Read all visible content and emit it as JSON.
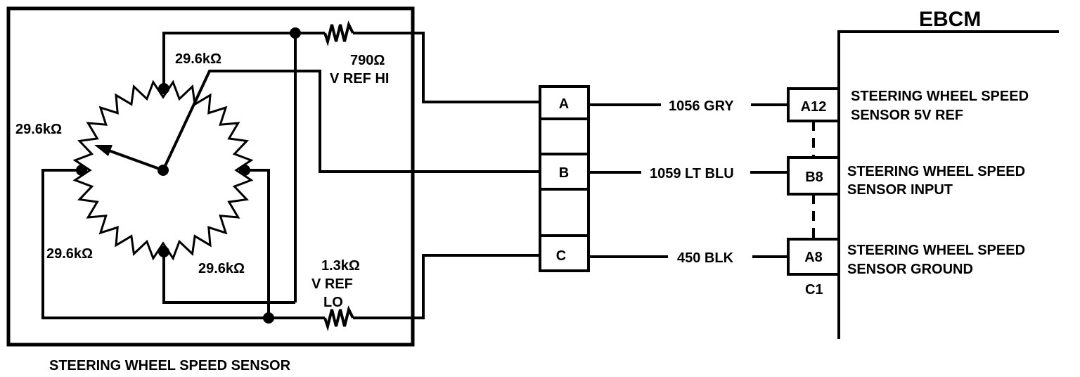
{
  "ebcm": {
    "title": "EBCM",
    "connector_id": "C1"
  },
  "sensor": {
    "caption": "STEERING WHEEL SPEED SENSOR",
    "resistors": {
      "top": "29.6kΩ",
      "left": "29.6kΩ",
      "bottom_left": "29.6kΩ",
      "bottom_right": "29.6kΩ"
    },
    "ref_hi": {
      "value": "790Ω",
      "label": "V REF HI"
    },
    "ref_lo": {
      "value": "1.3kΩ",
      "label_1": "V REF",
      "label_2": "LO"
    }
  },
  "connector": {
    "pins": [
      "A",
      "B",
      "C"
    ]
  },
  "circuits": [
    {
      "pin": "A",
      "wire": "1056 GRY",
      "ebcm_pin": "A12",
      "desc_1": "STEERING WHEEL SPEED",
      "desc_2": "SENSOR 5V REF"
    },
    {
      "pin": "B",
      "wire": "1059 LT BLU",
      "ebcm_pin": "B8",
      "desc_1": "STEERING WHEEL SPEED",
      "desc_2": "SENSOR INPUT"
    },
    {
      "pin": "C",
      "wire": "450 BLK",
      "ebcm_pin": "A8",
      "desc_1": "STEERING WHEEL SPEED",
      "desc_2": "SENSOR GROUND"
    }
  ]
}
